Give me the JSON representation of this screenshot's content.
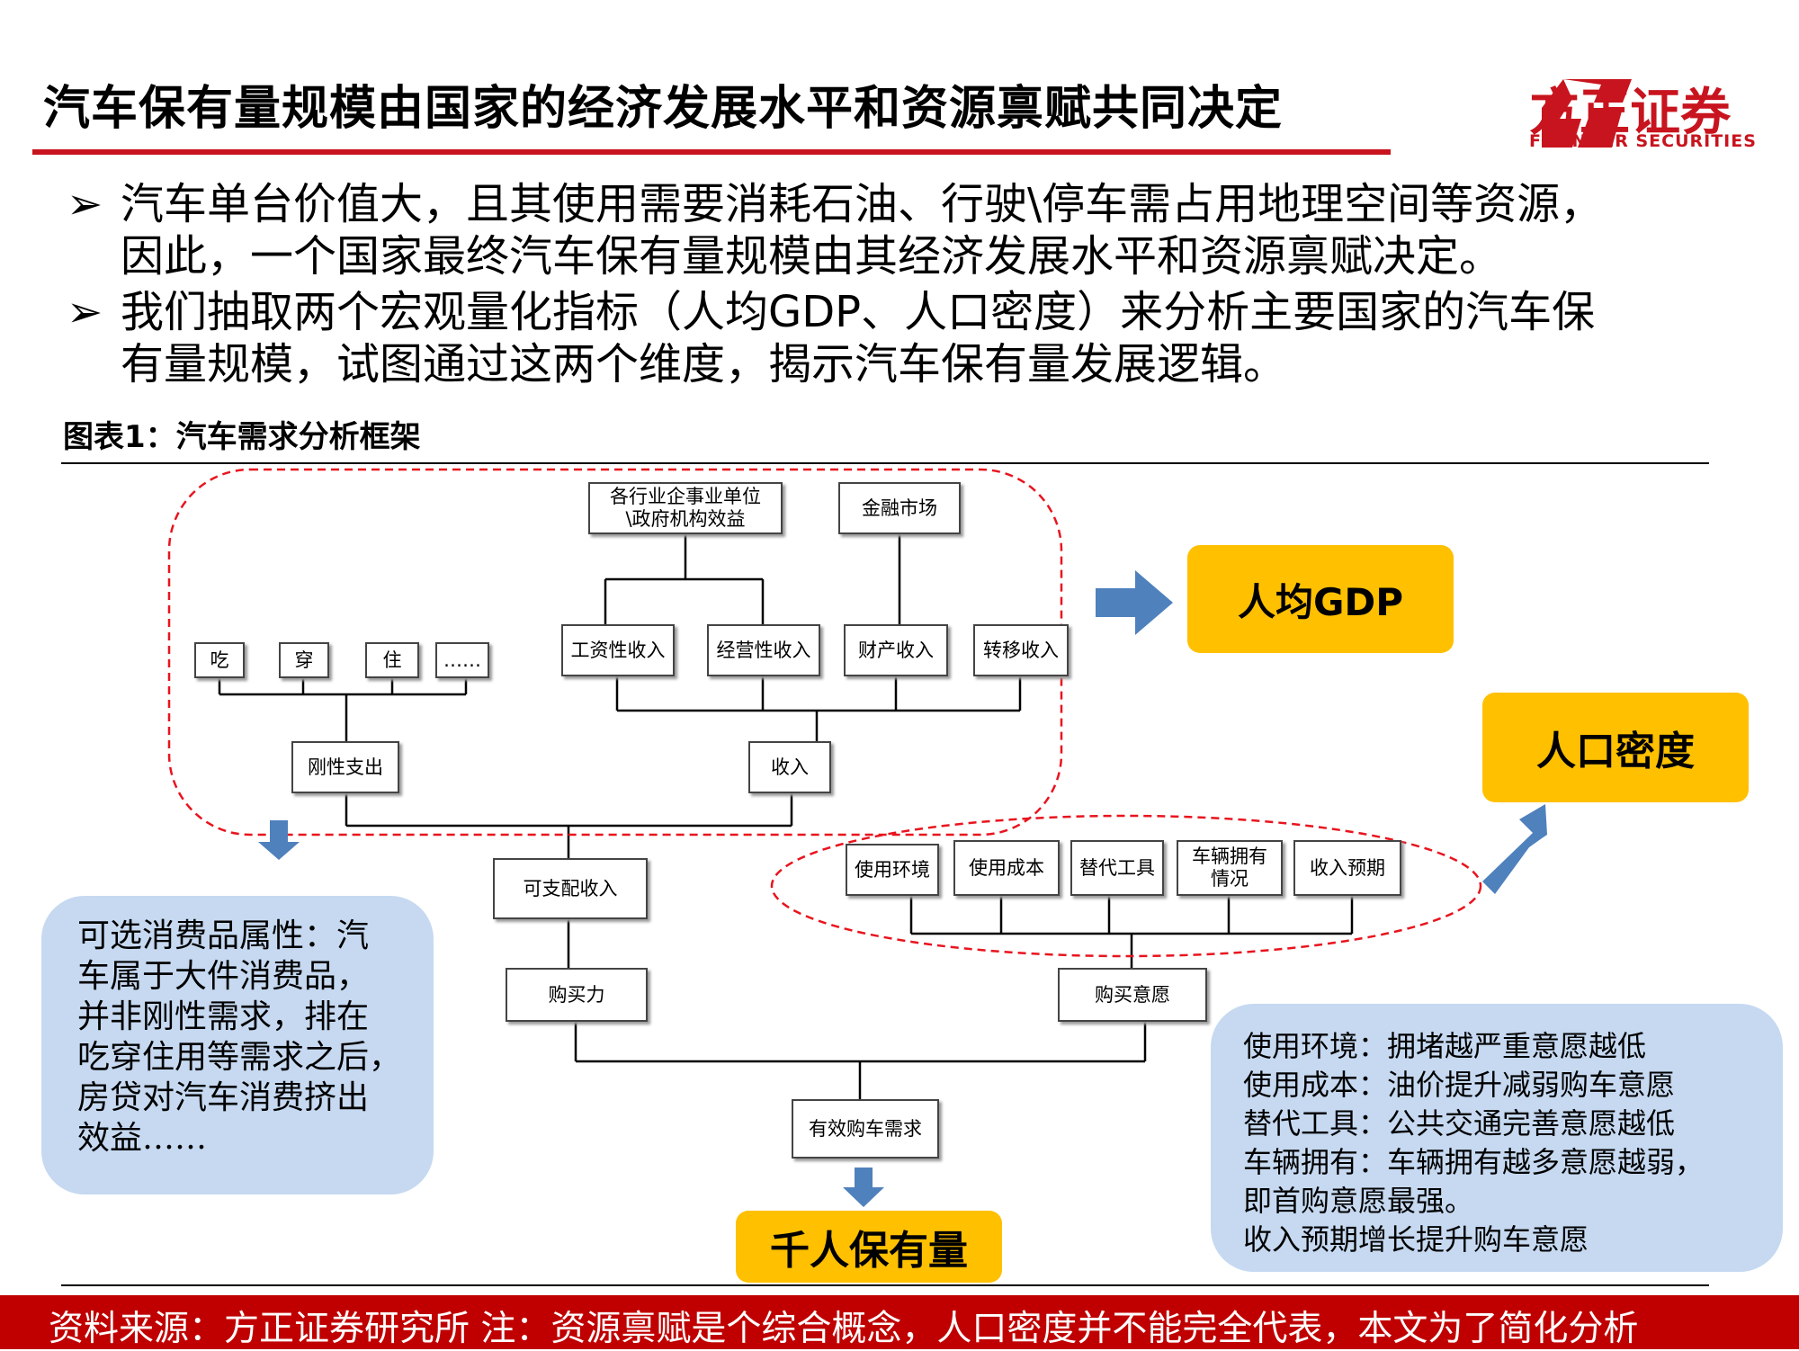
{
  "header": {
    "title": "汽车保有量规模由国家的经济发展水平和资源禀赋共同决定",
    "logo_cn": "方正证券",
    "logo_en": "FOUNDER SECURITIES",
    "accent_color": "#c8141e"
  },
  "bullets": [
    {
      "marker": "➢",
      "lines": [
        "汽车单台价值大，且其使用需要消耗石油、行驶\\停车需占用地理空间等资源，",
        "因此，一个国家最终汽车保有量规模由其经济发展水平和资源禀赋决定。"
      ]
    },
    {
      "marker": "➢",
      "lines": [
        "我们抽取两个宏观量化指标（人均GDP、人口密度）来分析主要国家的汽车保",
        "有量规模，试图通过这两个维度，揭示汽车保有量发展逻辑。"
      ]
    }
  ],
  "figure": {
    "caption": "图表1：汽车需求分析框架",
    "nodes": {
      "chi": "吃",
      "chuan": "穿",
      "zhu": "住",
      "etc": "……",
      "enterprise": [
        "各行业企事业单位",
        "\\政府机构效益"
      ],
      "finance": "金融市场",
      "wage": "工资性收入",
      "business": "经营性收入",
      "property": "财产收入",
      "transfer": "转移收入",
      "rigid": "刚性支出",
      "income": "收入",
      "disposable": "可支配收入",
      "purchasing_power": "购买力",
      "env": "使用环境",
      "cost": "使用成本",
      "alt": "替代工具",
      "owned": [
        "车辆拥有",
        "情况"
      ],
      "expect": "收入预期",
      "willingness": "购买意愿",
      "effective_demand": "有效购车需求"
    },
    "highlights": {
      "gdp": "人均GDP",
      "density": "人口密度",
      "ownership": "千人保有量",
      "highlight_color": "#ffc000",
      "arrow_color": "#4f81bd"
    },
    "notes": {
      "left": [
        "可选消费品属性：汽",
        "车属于大件消费品，",
        "并非刚性需求，排在",
        "吃穿住用等需求之后，",
        "房贷对汽车消费挤出",
        "效益……"
      ],
      "right": [
        "使用环境：拥堵越严重意愿越低",
        "使用成本：油价提升减弱购车意愿",
        "替代工具：公共交通完善意愿越低",
        "车辆拥有：车辆拥有越多意愿越弱，",
        "即首购意愿最强。",
        "收入预期增长提升购车意愿"
      ],
      "bubble_color": "#c6d9f1"
    }
  },
  "footer": {
    "text": "资料来源：方正证券研究所  注：资源禀赋是个综合概念，人口密度并不能完全代表，本文为了简化分析",
    "color": "#c00000"
  }
}
